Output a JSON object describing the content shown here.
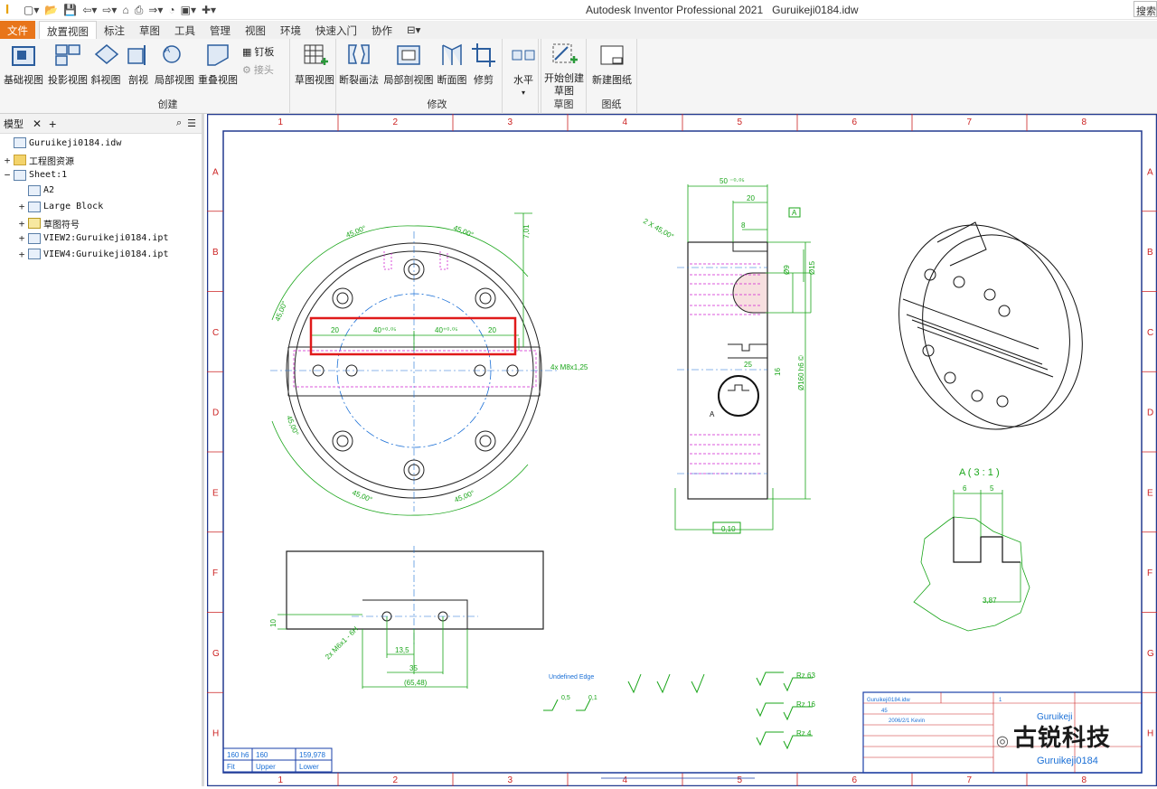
{
  "app": {
    "title": "Autodesk Inventor Professional 2021",
    "document": "Guruikeji0184.idw",
    "search_label": "搜索"
  },
  "qat_icons": [
    "new-icon",
    "open-icon",
    "save-icon",
    "undo-icon",
    "redo-icon",
    "home-icon",
    "print-icon",
    "update-icon",
    "measure-icon",
    "appearance-icon",
    "add-icon"
  ],
  "tabs": [
    {
      "label": "文件",
      "kind": "file"
    },
    {
      "label": "放置视图",
      "kind": "active"
    },
    {
      "label": "标注"
    },
    {
      "label": "草图"
    },
    {
      "label": "工具"
    },
    {
      "label": "管理"
    },
    {
      "label": "视图"
    },
    {
      "label": "环境"
    },
    {
      "label": "快速入门"
    },
    {
      "label": "协作"
    },
    {
      "label": "⊟▾"
    }
  ],
  "ribbon": {
    "create": {
      "label": "创建",
      "buttons": [
        "基础视图",
        "投影视图",
        "斜视图",
        "剖视",
        "局部视图",
        "重叠视图"
      ],
      "small": [
        "钉板",
        "接头"
      ]
    },
    "modify": {
      "label": "修改",
      "buttons": [
        "草图视图",
        "断裂画法",
        "局部剖视图",
        "断面图",
        "修剪"
      ]
    },
    "align": {
      "label": "水平"
    },
    "sketch": {
      "label": "草图",
      "buttons": [
        "开始创建草图"
      ]
    },
    "sheet": {
      "label": "图纸",
      "buttons": [
        "新建图纸"
      ]
    }
  },
  "browser": {
    "tab_label": "模型",
    "items": [
      {
        "label": "Guruikeji0184.idw",
        "depth": 0,
        "expander": ""
      },
      {
        "label": "工程图资源",
        "depth": 0,
        "expander": "+"
      },
      {
        "label": "Sheet:1",
        "depth": 0,
        "expander": "−"
      },
      {
        "label": "A2",
        "depth": 1,
        "expander": ""
      },
      {
        "label": "Large Block",
        "depth": 1,
        "expander": "+"
      },
      {
        "label": "草图符号",
        "depth": 1,
        "expander": "+"
      },
      {
        "label": "VIEW2:Guruikeji0184.ipt",
        "depth": 1,
        "expander": "+"
      },
      {
        "label": "VIEW4:Guruikeji0184.ipt",
        "depth": 1,
        "expander": "+"
      }
    ]
  },
  "drawing": {
    "col_labels": [
      "1",
      "2",
      "3",
      "4",
      "5",
      "6",
      "7",
      "8"
    ],
    "row_labels": [
      "A",
      "B",
      "C",
      "D",
      "E",
      "F",
      "G",
      "H"
    ],
    "dims_front": {
      "top_left": "45,00°",
      "top_right": "45,00°",
      "left": "45,00°",
      "left_low": "45,00°",
      "bot_left": "45,00°",
      "bot_right": "45,00°",
      "d20": "20",
      "d40a": "40⁺⁰·⁰⁵",
      "d40b": "40⁺⁰·⁰⁵",
      "d20b": "20",
      "hole": "4x M8x1,25",
      "side_h": "7,01"
    },
    "dims_side": {
      "w50": "50 ⁻⁰·⁰⁵",
      "w20": "20",
      "w8": "8",
      "d9": "Ø9",
      "d15": "Ø15",
      "chamfer": "2 X 45,00°",
      "d25": "25",
      "d16": "16",
      "d160": "Ø160 h6 ©",
      "flat": "0,10",
      "datum": "A",
      "secA": "A"
    },
    "detail_view": {
      "title": "A  ( 3 : 1 )",
      "d6": "6",
      "d5": "5",
      "d387": "3,87"
    },
    "bottom_view": {
      "d10": "10",
      "d135": "13,5",
      "d35": "35",
      "d6548": "(65,48)",
      "holes": "2x M6x1 - 6H"
    },
    "edges": {
      "title": "Undefined Edge",
      "d05": "0,5",
      "d01": "0,1"
    },
    "roughness": {
      "rz63": "Rz 63",
      "rz16": "Rz 16",
      "rz4": "Rz 4"
    },
    "fit_table": {
      "r1": [
        "160 h6",
        "160",
        "159,978"
      ],
      "r2": [
        "Fit",
        "Upper",
        "Lower"
      ]
    },
    "title_block": {
      "company": "Guruikeji",
      "doc": "Guruikeji0184",
      "file": "Guruikeji0184.idw",
      "date": "2006/2/1 Kevin",
      "material": "45",
      "sheet": "1",
      "part": "Guruikeji0184"
    },
    "watermark": "古锐科技"
  }
}
